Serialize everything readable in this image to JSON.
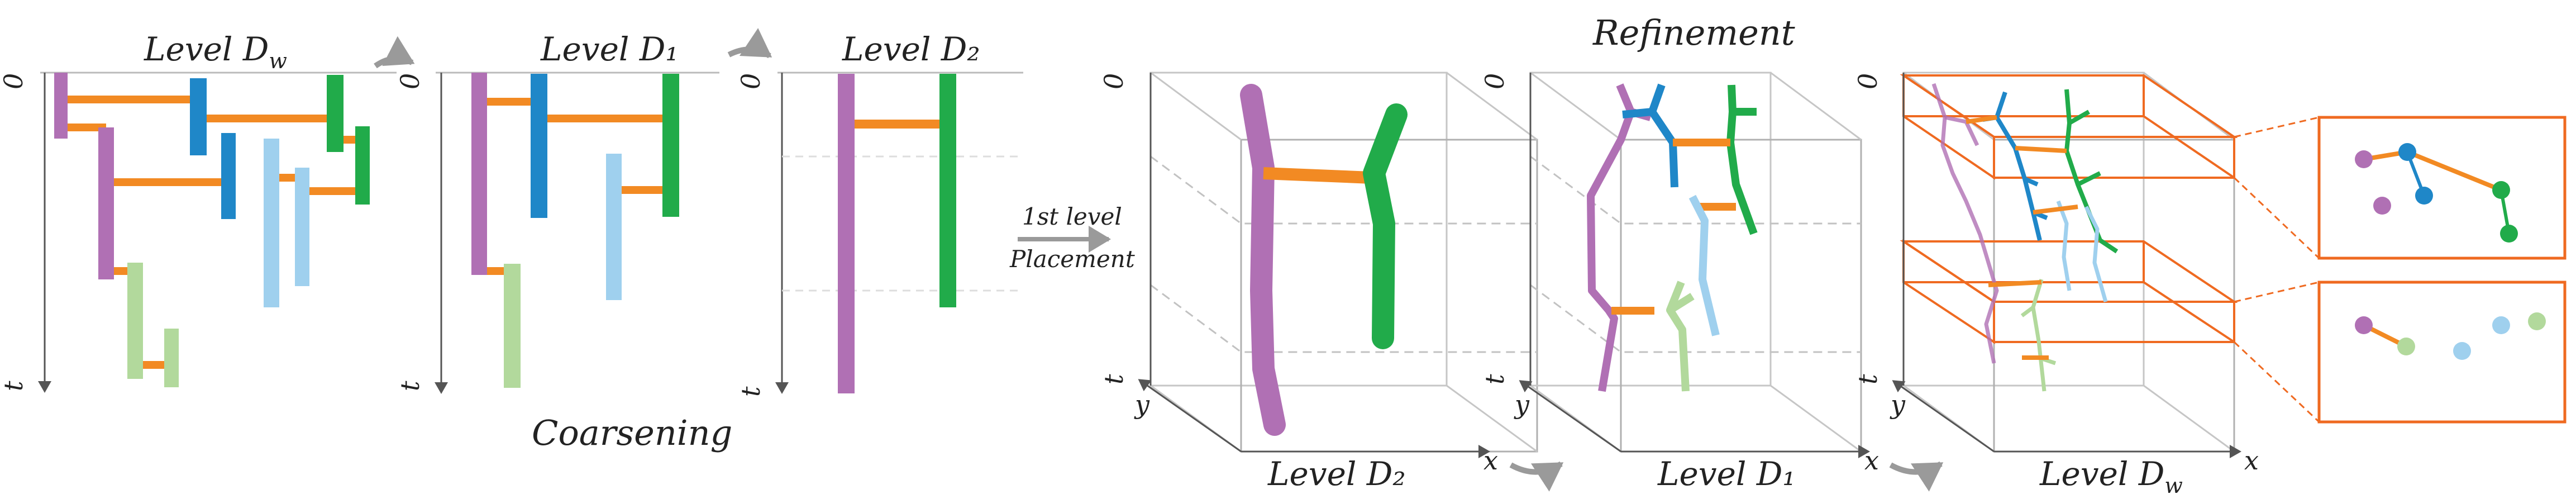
{
  "labels": {
    "level_dw_top": "Level D_w",
    "level_d1_top": "Level D₁",
    "level_d2_top": "Level D₂",
    "coarsening": "Coarsening",
    "first_level_line1": "1st level",
    "first_level_line2": "Placement",
    "refinement": "Refinement",
    "level_d2_bottom": "Level D₂",
    "level_d1_bottom": "Level D₁",
    "level_dw_bottom": "Level D_w",
    "axis_zero": "0",
    "axis_t": "t",
    "axis_x": "x",
    "axis_y": "y"
  },
  "colors": {
    "purple": "#b070b4",
    "blue": "#1f87c8",
    "light_blue": "#9fd0ee",
    "green": "#21ab4a",
    "light_green": "#b2d99c",
    "orange": "#f28a23",
    "box_orange": "#ef6a21",
    "box_gray": "#bcbcbc",
    "arrow_gray": "#9a9a9a",
    "axis": "#555555"
  }
}
